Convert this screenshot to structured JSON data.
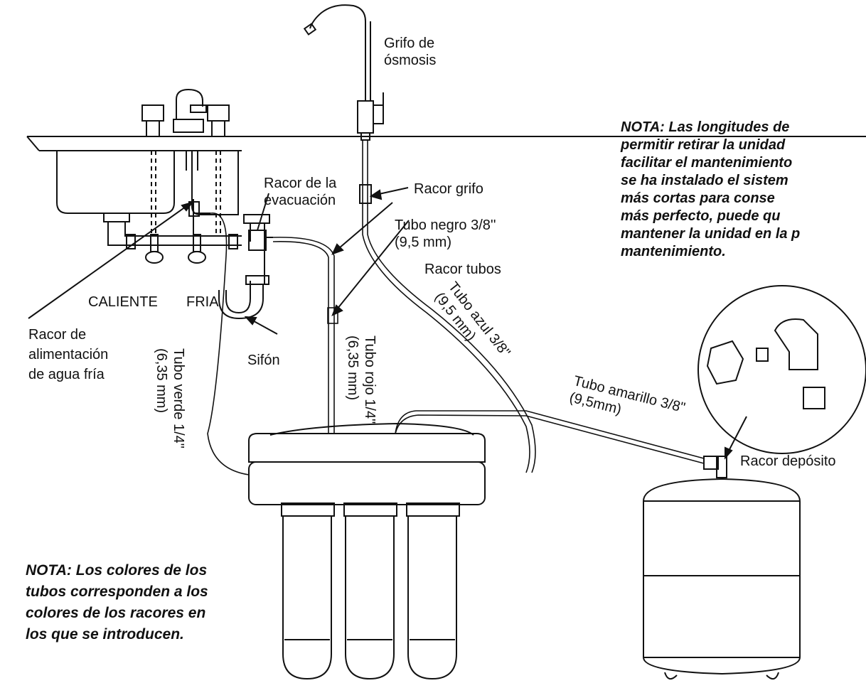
{
  "labels": {
    "faucet": [
      "Grifo de",
      "ósmosis"
    ],
    "drain_fitting": [
      "Racor de la",
      "evacuación"
    ],
    "faucet_fitting": "Racor grifo",
    "black_tube": [
      "Tubo negro 3/8''",
      "(9,5 mm)"
    ],
    "tube_fitting": "Racor tubos",
    "hot": "CALIENTE",
    "cold": "FRIA",
    "siphon": "Sifón",
    "cold_feed": [
      "Racor de",
      "alimentación",
      "de agua fría"
    ],
    "tank_fitting": "Racor depósito"
  },
  "tubes": {
    "green": [
      "Tubo verde 1/4\"",
      "(6,35 mm)"
    ],
    "red": [
      "Tubo rojo 1/4\"",
      "(6,35 mm)"
    ],
    "blue": [
      "Tubo azul 3/8\"",
      "(9,5 mm)"
    ],
    "yellow": [
      "Tubo amarillo 3/8\"",
      "(9,5mm)"
    ]
  },
  "notes": {
    "top_right": [
      "NOTA: Las longitudes de",
      "permitir retirar la unidad",
      "facilitar el mantenimiento",
      "se ha instalado el sistem",
      "más cortas para conse",
      "más perfecto, puede qu",
      "mantener la unidad en la p",
      "mantenimiento."
    ],
    "bottom_left": [
      "NOTA: Los colores de los",
      "tubos corresponden a los",
      "colores de los racores en",
      "los que se introducen."
    ]
  }
}
